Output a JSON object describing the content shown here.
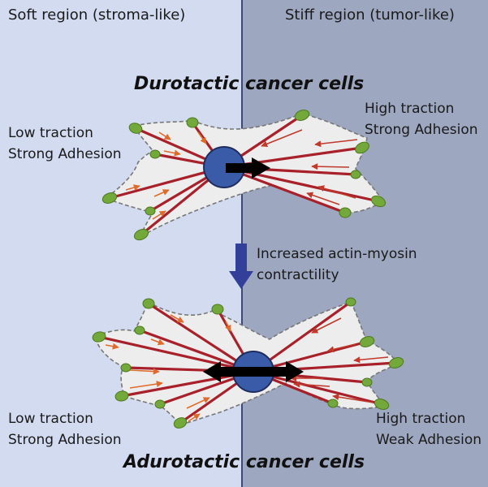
{
  "regions": {
    "soft_label": "Soft region (stroma-like)",
    "stiff_label": "Stiff region (tumor-like)",
    "soft_color": "#d2dbef",
    "stiff_color": "#9ea7c0"
  },
  "top_cell": {
    "title": "Durotactic cancer cells",
    "left_line1": "Low traction",
    "left_line2": "Strong Adhesion",
    "right_line1": "High traction",
    "right_line2": "Strong Adhesion",
    "migration": "directional (toward stiff region)"
  },
  "transition": {
    "line1": "Increased actin-myosin",
    "line2": "contractility"
  },
  "bottom_cell": {
    "title": "Adurotactic cancer cells",
    "left_line1": "Low traction",
    "left_line2": "Strong Adhesion",
    "right_line1": "High traction",
    "right_line2": "Weak Adhesion",
    "migration": "bidirectional"
  },
  "colors": {
    "cell_fill": "#ededed",
    "nucleus": "#3a5ba8",
    "adhesion": "#73a83a",
    "stress_fiber": "#a8202a",
    "traction_arrow": "#d85a28",
    "transition_arrow": "#33409a"
  }
}
